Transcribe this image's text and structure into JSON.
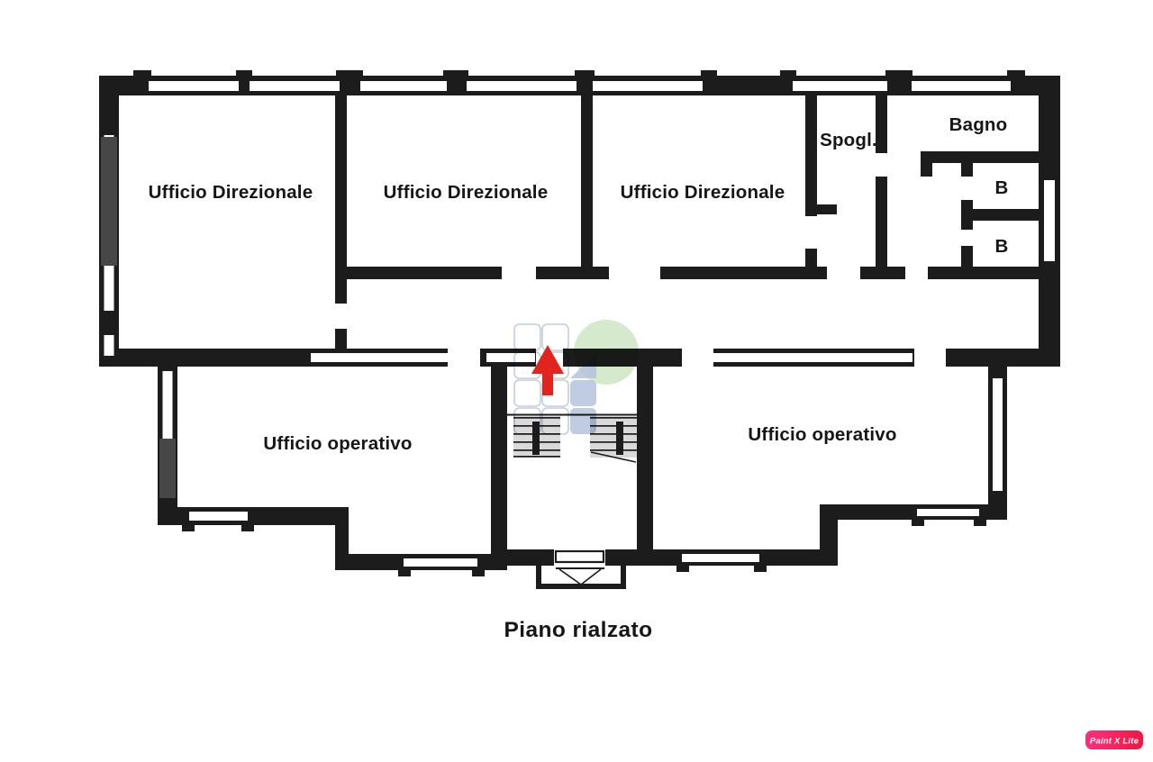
{
  "floor_plan": {
    "caption": "Piano rialzato",
    "rooms": [
      {
        "name": "ufficio-direzionale-1",
        "label": "Ufficio Direzionale"
      },
      {
        "name": "ufficio-direzionale-2",
        "label": "Ufficio Direzionale"
      },
      {
        "name": "ufficio-direzionale-3",
        "label": "Ufficio Direzionale"
      },
      {
        "name": "spogliatoio",
        "label": "Spogl."
      },
      {
        "name": "bagno",
        "label": "Bagno"
      },
      {
        "name": "bagno-b-1",
        "label": "B"
      },
      {
        "name": "bagno-b-2",
        "label": "B"
      },
      {
        "name": "ufficio-operativo-sinistra",
        "label": "Ufficio operativo"
      },
      {
        "name": "ufficio-operativo-destra",
        "label": "Ufficio operativo"
      }
    ],
    "colors": {
      "wall": "#1c1c1c",
      "window_band": "#474747",
      "arrow_red": "#e2241f",
      "stair_gray": "#d9d9d9"
    }
  },
  "watermarks": {
    "agency_logo": {
      "green_circle": "#cbe3bf",
      "tile_blue": "#b5c4dd",
      "tile_outline": "#c2cddc"
    },
    "app_badge": {
      "label": "Paint X Lite",
      "color_left": "#ff2e7e",
      "color_right": "#ee1843",
      "text_color": "#ffffff"
    }
  }
}
